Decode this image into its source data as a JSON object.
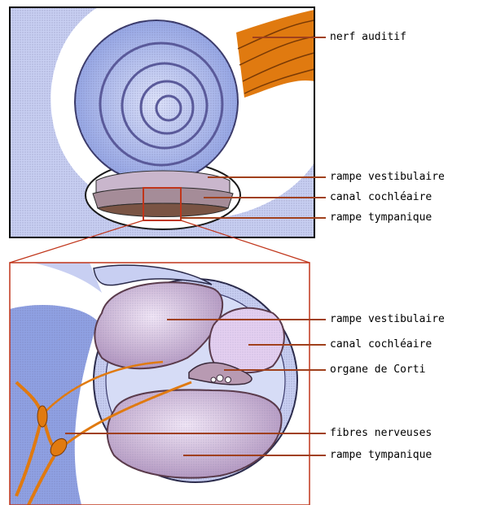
{
  "top_panel": {
    "labels": {
      "nerf": "nerf auditif",
      "vestibulaire": "rampe vestibulaire",
      "cochleaire": "canal cochléaire",
      "tympanique": "rampe tympanique"
    }
  },
  "bottom_panel": {
    "labels": {
      "vestibulaire": "rampe vestibulaire",
      "cochleaire": "canal cochléaire",
      "corti": "organe de Corti",
      "fibres": "fibres nerveuses",
      "tympanique": "rampe tympanique"
    }
  },
  "colors": {
    "leader_line": "#a0401c",
    "nerve_orange": "#e07a10",
    "cochlea_blue": "#a9b8ee",
    "lavender": "#d9c8ee",
    "brown": "#7a5444"
  }
}
